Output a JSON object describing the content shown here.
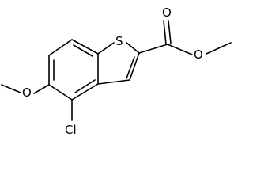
{
  "molecule": {
    "atoms": {
      "sulfur": "S",
      "ester_carbonyl_oxygen": "O",
      "ester_ether_oxygen": "O",
      "methoxy_oxygen": "O",
      "chlorine": "Cl"
    }
  }
}
